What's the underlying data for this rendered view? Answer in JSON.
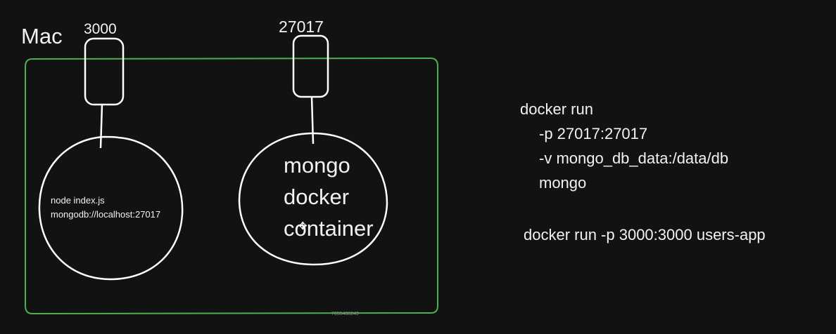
{
  "diagram": {
    "host_label": "Mac",
    "ports": {
      "app_port": "3000",
      "mongo_port": "27017"
    },
    "node_process": {
      "lines": [
        "node index.js",
        "mongodb://localhost:27017"
      ]
    },
    "mongo_container": {
      "lines": [
        "mongo",
        "docker",
        "container"
      ]
    },
    "watermark": "7055438249",
    "colors": {
      "background": "#121212",
      "host_border": "#4caf50",
      "sketch_stroke": "#ffffff"
    }
  },
  "commands": {
    "mongo_run": {
      "lines": [
        "docker run",
        "-p 27017:27017",
        "-v mongo_db_data:/data/db",
        "mongo"
      ]
    },
    "app_run": "docker run -p 3000:3000 users-app"
  }
}
